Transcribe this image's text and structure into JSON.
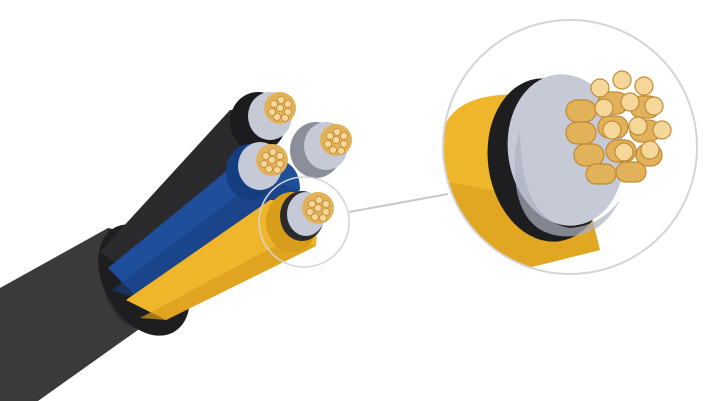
{
  "illustration": {
    "subject_icon": "power-cable-cross-section-icon",
    "cores": [
      {
        "insulation": "black",
        "color": "#2b2b2d"
      },
      {
        "insulation": "blue",
        "color": "#1f4e9a"
      },
      {
        "insulation": "yellow",
        "color": "#f0b62b"
      }
    ],
    "colors": {
      "outer_sheath": "#3a3a3c",
      "bedding": "#1e1e20",
      "core_insulation": "#c6c9d6",
      "copper": "#e2b25a",
      "copper_highlight": "#f6d79a",
      "magnifier_ring": "#d4d4d4",
      "callout_line": "#c8c8c8"
    }
  }
}
